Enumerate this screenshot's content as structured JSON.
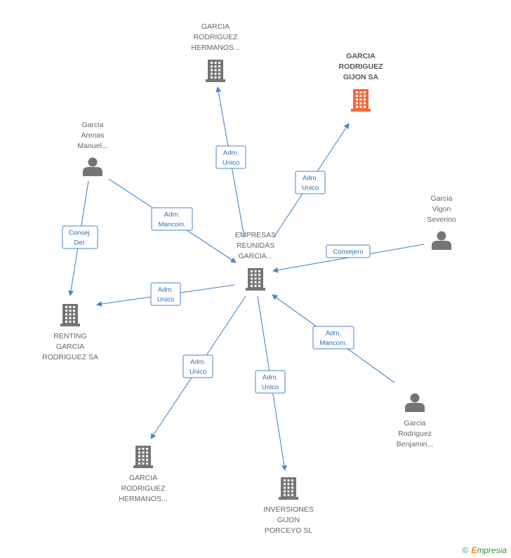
{
  "colors": {
    "building": "#757575",
    "building_highlight": "#f26a3a",
    "person": "#757575",
    "edge": "#4a86c8"
  },
  "nodes": [
    {
      "id": "center",
      "type": "building",
      "lines": [
        "EMPRESAS",
        "REUNIDAS",
        "GARCIA..."
      ]
    },
    {
      "id": "grh_top",
      "type": "building",
      "lines": [
        "GARCIA",
        "RODRIGUEZ",
        "HERMANOS..."
      ]
    },
    {
      "id": "grg",
      "type": "building",
      "highlight": true,
      "lines": [
        "GARCIA",
        "RODRIGUEZ",
        "GIJON SA"
      ]
    },
    {
      "id": "gam",
      "type": "person",
      "lines": [
        "Garcia",
        "Arenas",
        "Manuel..."
      ]
    },
    {
      "id": "gvs",
      "type": "person",
      "lines": [
        "Garcia",
        "Vigon",
        "Severino"
      ]
    },
    {
      "id": "rgr",
      "type": "building",
      "lines": [
        "RENTING",
        "GARCIA",
        "RODRIGUEZ SA"
      ]
    },
    {
      "id": "grb",
      "type": "person",
      "lines": [
        "Garcia",
        "Rodriguez",
        "Benjamin..."
      ]
    },
    {
      "id": "grh_bottom",
      "type": "building",
      "lines": [
        "GARCIA",
        "RODRIGUEZ",
        "HERMANOS..."
      ]
    },
    {
      "id": "igp",
      "type": "building",
      "lines": [
        "INVERSIONES",
        "GIJON",
        "PORCEYO SL"
      ]
    }
  ],
  "edges": [
    {
      "from": "center",
      "to": "grh_top",
      "label": [
        "Adm.",
        "Unico"
      ]
    },
    {
      "from": "center",
      "to": "grg",
      "label": [
        "Adm.",
        "Unico"
      ]
    },
    {
      "from": "gam",
      "to": "center",
      "label": [
        "Adm.",
        "Mancom."
      ]
    },
    {
      "from": "gam",
      "to": "rgr",
      "label": [
        "Consej.",
        "Del."
      ]
    },
    {
      "from": "gvs",
      "to": "center",
      "label": [
        "Consejero"
      ]
    },
    {
      "from": "center",
      "to": "rgr",
      "label": [
        "Adm.",
        "Unico"
      ]
    },
    {
      "from": "grb",
      "to": "center",
      "label": [
        "Adm.",
        "Mancom."
      ]
    },
    {
      "from": "center",
      "to": "grh_bottom",
      "label": [
        "Adm.",
        "Unico"
      ]
    },
    {
      "from": "center",
      "to": "igp",
      "label": [
        "Adm.",
        "Unico"
      ]
    }
  ],
  "footer": {
    "copyright": "©",
    "brand_initial": "E",
    "brand_rest": "mpresia"
  }
}
